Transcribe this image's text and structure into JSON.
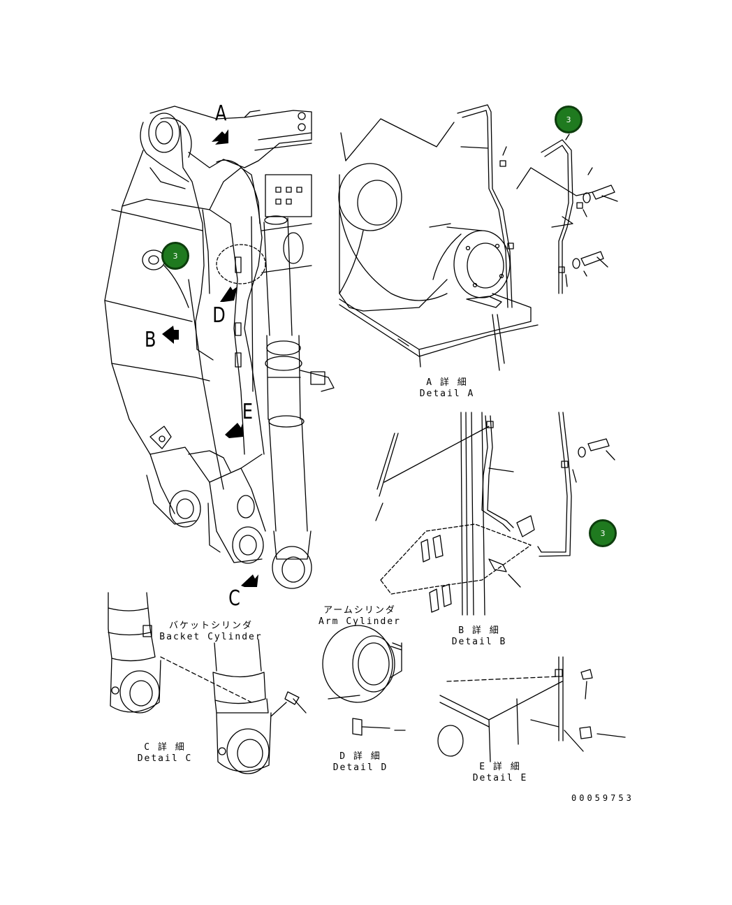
{
  "view_letters": {
    "a": "A",
    "b": "B",
    "c": "C",
    "d": "D",
    "e": "E"
  },
  "callouts": [
    {
      "label": "3"
    },
    {
      "label": "3"
    },
    {
      "label": "3"
    }
  ],
  "details": {
    "a": {
      "jp": "A 詳 細",
      "en": "Detail A"
    },
    "b": {
      "jp": "B 詳 細",
      "en": "Detail B"
    },
    "c": {
      "jp": "C 詳 細",
      "en": "Detail C"
    },
    "d": {
      "jp": "D 詳 細",
      "en": "Detail D"
    },
    "e": {
      "jp": "E 詳 細",
      "en": "Detail E"
    }
  },
  "part_labels": {
    "bucket_jp": "バケットシリンダ",
    "bucket_en": "Backet Cylinder",
    "arm_jp": "アームシリンダ",
    "arm_en": "Arm Cylinder"
  },
  "drawing_number": "00059753",
  "colors": {
    "callout_fill": "#1f7a1f",
    "callout_border": "#0d3d0d",
    "line": "#000000"
  }
}
